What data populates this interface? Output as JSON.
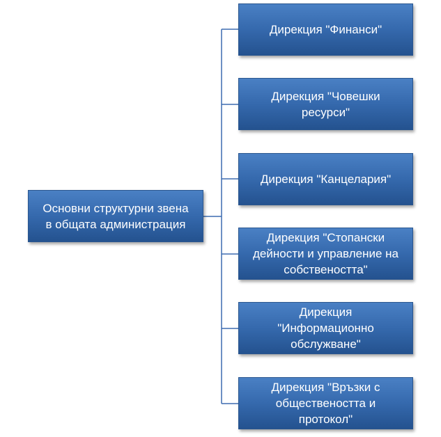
{
  "diagram": {
    "root": {
      "label": "Основни структурни звена\nв общата администрация"
    },
    "children": [
      {
        "label": "Дирекция \"Финанси\""
      },
      {
        "label": "Дирекция \"Човешки\nресурси\""
      },
      {
        "label": "Дирекция \"Канцелария\""
      },
      {
        "label": "Дирекция \"Стопански\nдейности и управление на\nсобствеността\""
      },
      {
        "label": "Дирекция\n\"Информационно\nобслужване\""
      },
      {
        "label": "Дирекция \"Връзки с\nобществеността и\nпротокол\""
      }
    ],
    "colors": {
      "box_fill": "#3569ad",
      "box_border": "#2a568f",
      "connector": "#3d6cb0",
      "text": "#ffffff"
    }
  }
}
